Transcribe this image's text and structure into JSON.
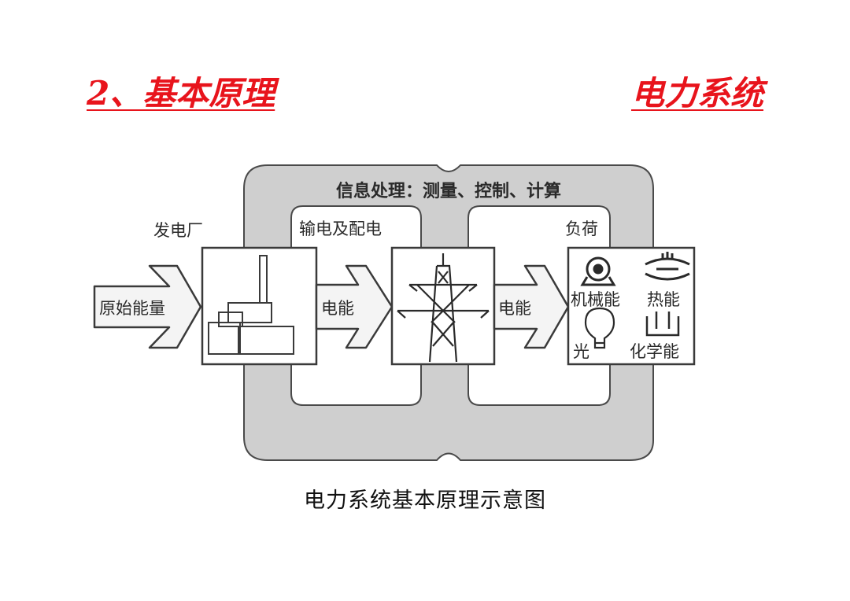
{
  "header": {
    "section_title": "2、基本原理",
    "topic_title": "电力系统"
  },
  "diagram": {
    "info_processing": "信息处理：测量、控制、计算",
    "power_plant": "发电厂",
    "transmission": "输电及配电",
    "load": "负荷",
    "primary_energy": "原始能量",
    "electric_energy_1": "电能",
    "electric_energy_2": "电能",
    "mechanical_energy": "机械能",
    "thermal_energy": "热能",
    "light": "光",
    "chemical_energy": "化学能",
    "colors": {
      "background_band": "#cfcfcf",
      "stroke": "#3a3a3a",
      "arrow_fill": "#f4f4f4",
      "title_red": "#e8141c"
    },
    "icons": {
      "plant": "factory-icon",
      "transmission": "pylon-icon",
      "mechanical": "motor-icon",
      "thermal": "heater-icon",
      "light": "bulb-icon",
      "chemical": "battery-icon"
    }
  },
  "caption": "电力系统基本原理示意图"
}
